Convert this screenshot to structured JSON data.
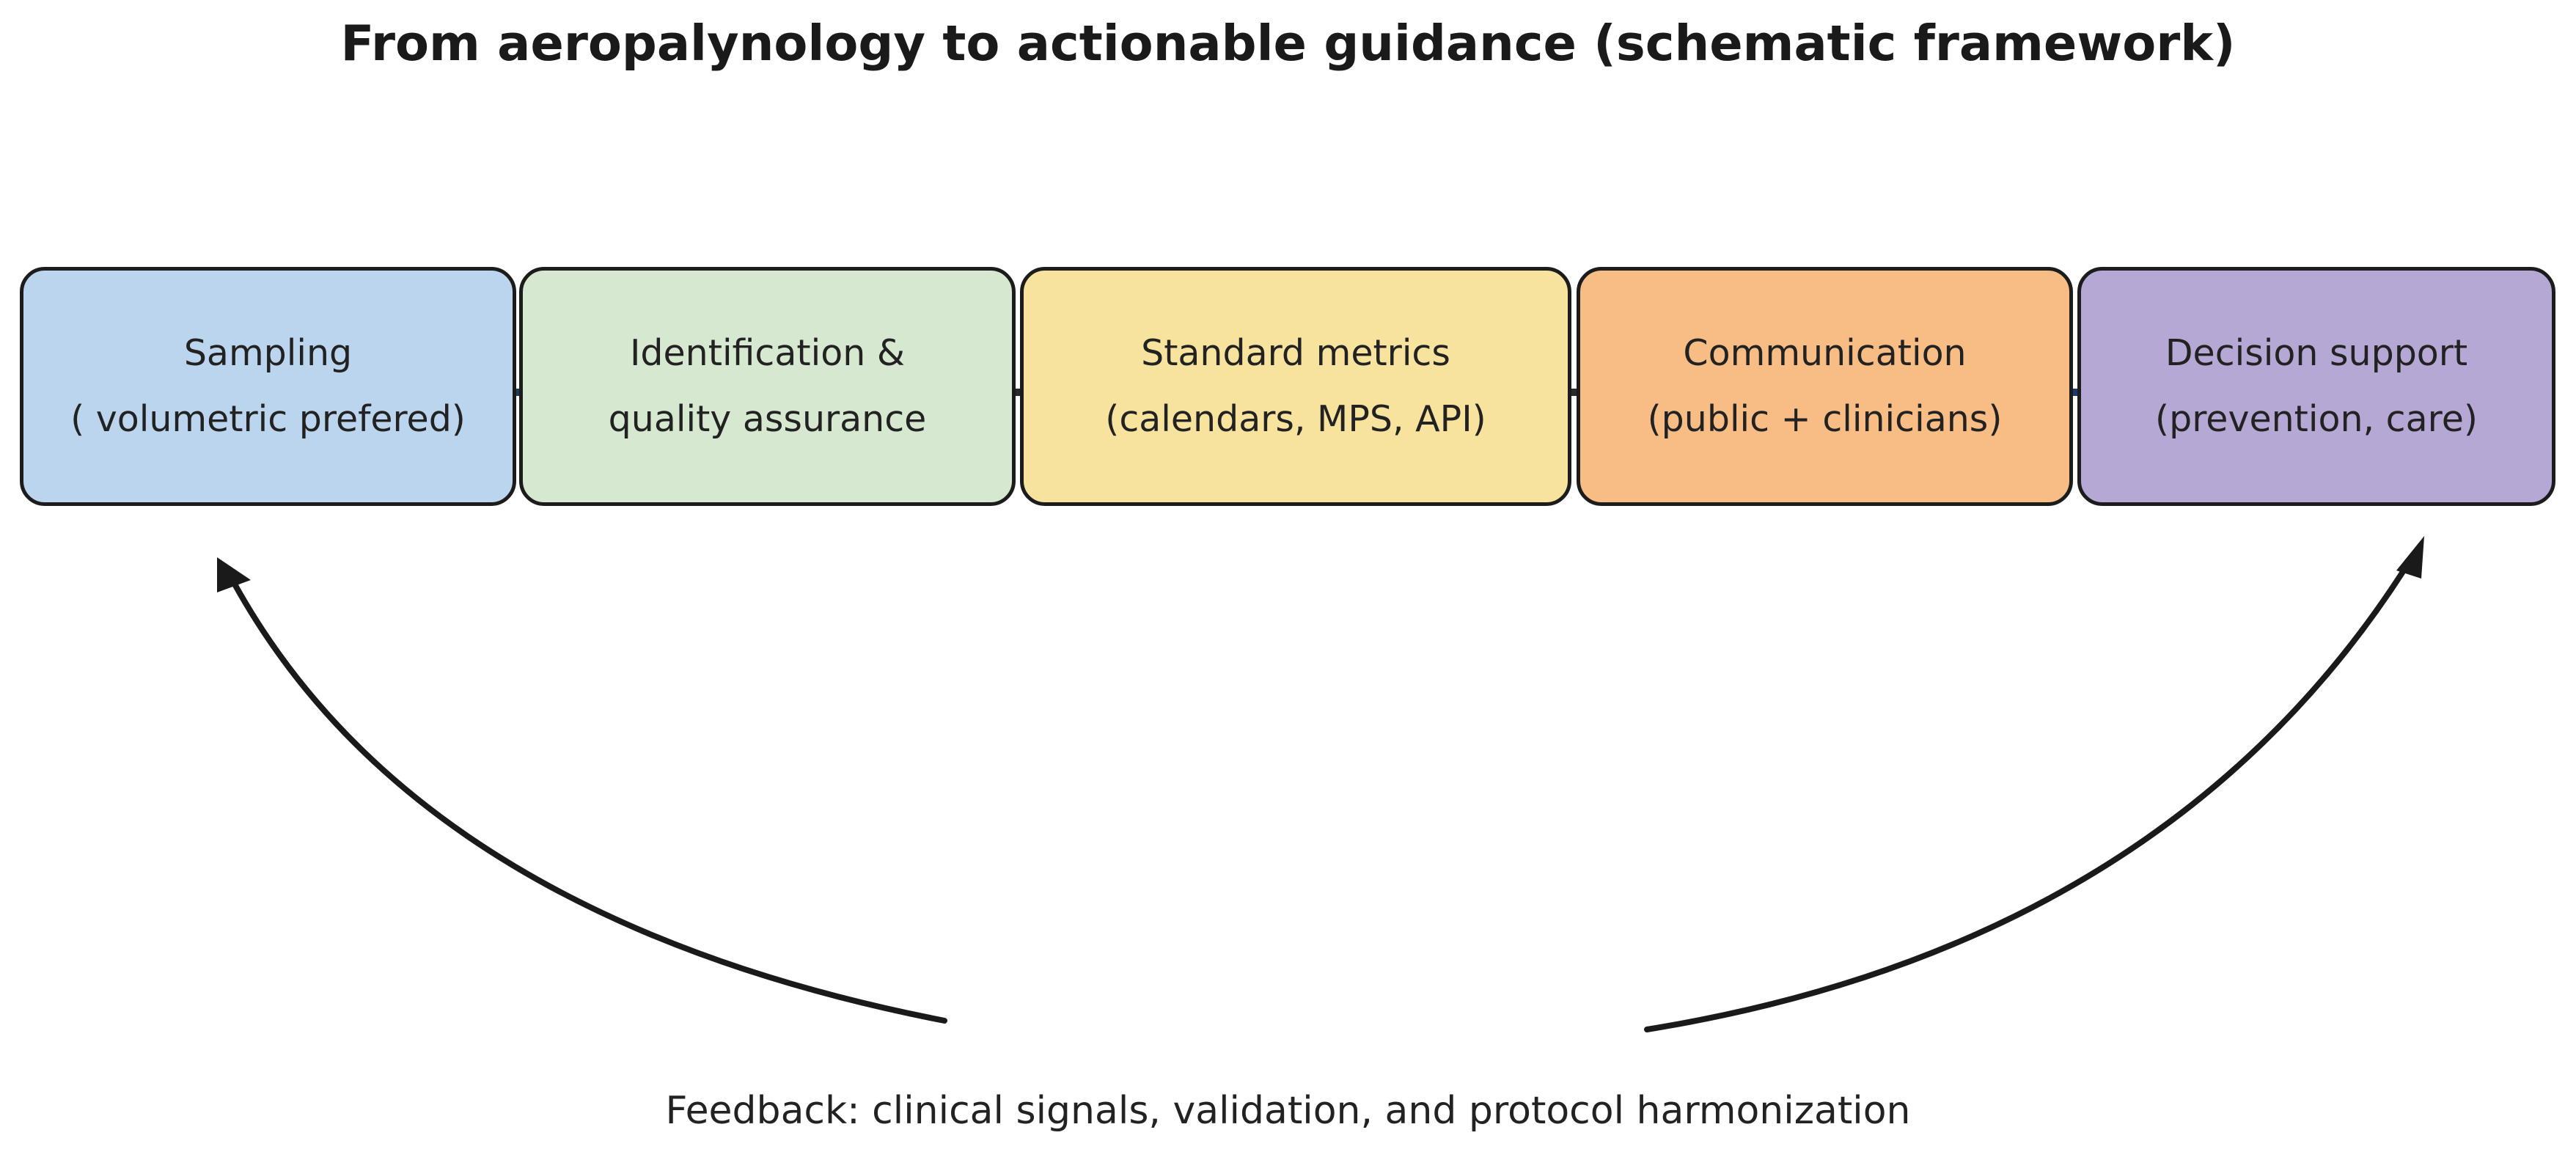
{
  "title": "From aeropalynology to actionable guidance (schematic framework)",
  "stages": [
    {
      "title": "Sampling",
      "subtitle": "( volumetric prefered)",
      "fill": "#bcd5ee"
    },
    {
      "title": "Identification &",
      "subtitle": "quality assurance",
      "fill": "#d6e8cf"
    },
    {
      "title": "Standard metrics",
      "subtitle": "(calendars, MPS, API)",
      "fill": "#f7e39e"
    },
    {
      "title": "Communication",
      "subtitle": "(public + clinicians)",
      "fill": "#f8bd84"
    },
    {
      "title": "Decision support",
      "subtitle": "(prevention, care)",
      "fill": "#b6a8d5"
    }
  ],
  "connector_colors": [
    "#1e3d5c",
    "#2a2a2a",
    "#2a2a2a",
    "#1b3a6b"
  ],
  "feedback": "Feedback: clinical signals, validation, and protocol harmonization",
  "colors": {
    "outline": "#1c1c1c",
    "arrow": "#1a1a1a",
    "text": "#222222"
  }
}
